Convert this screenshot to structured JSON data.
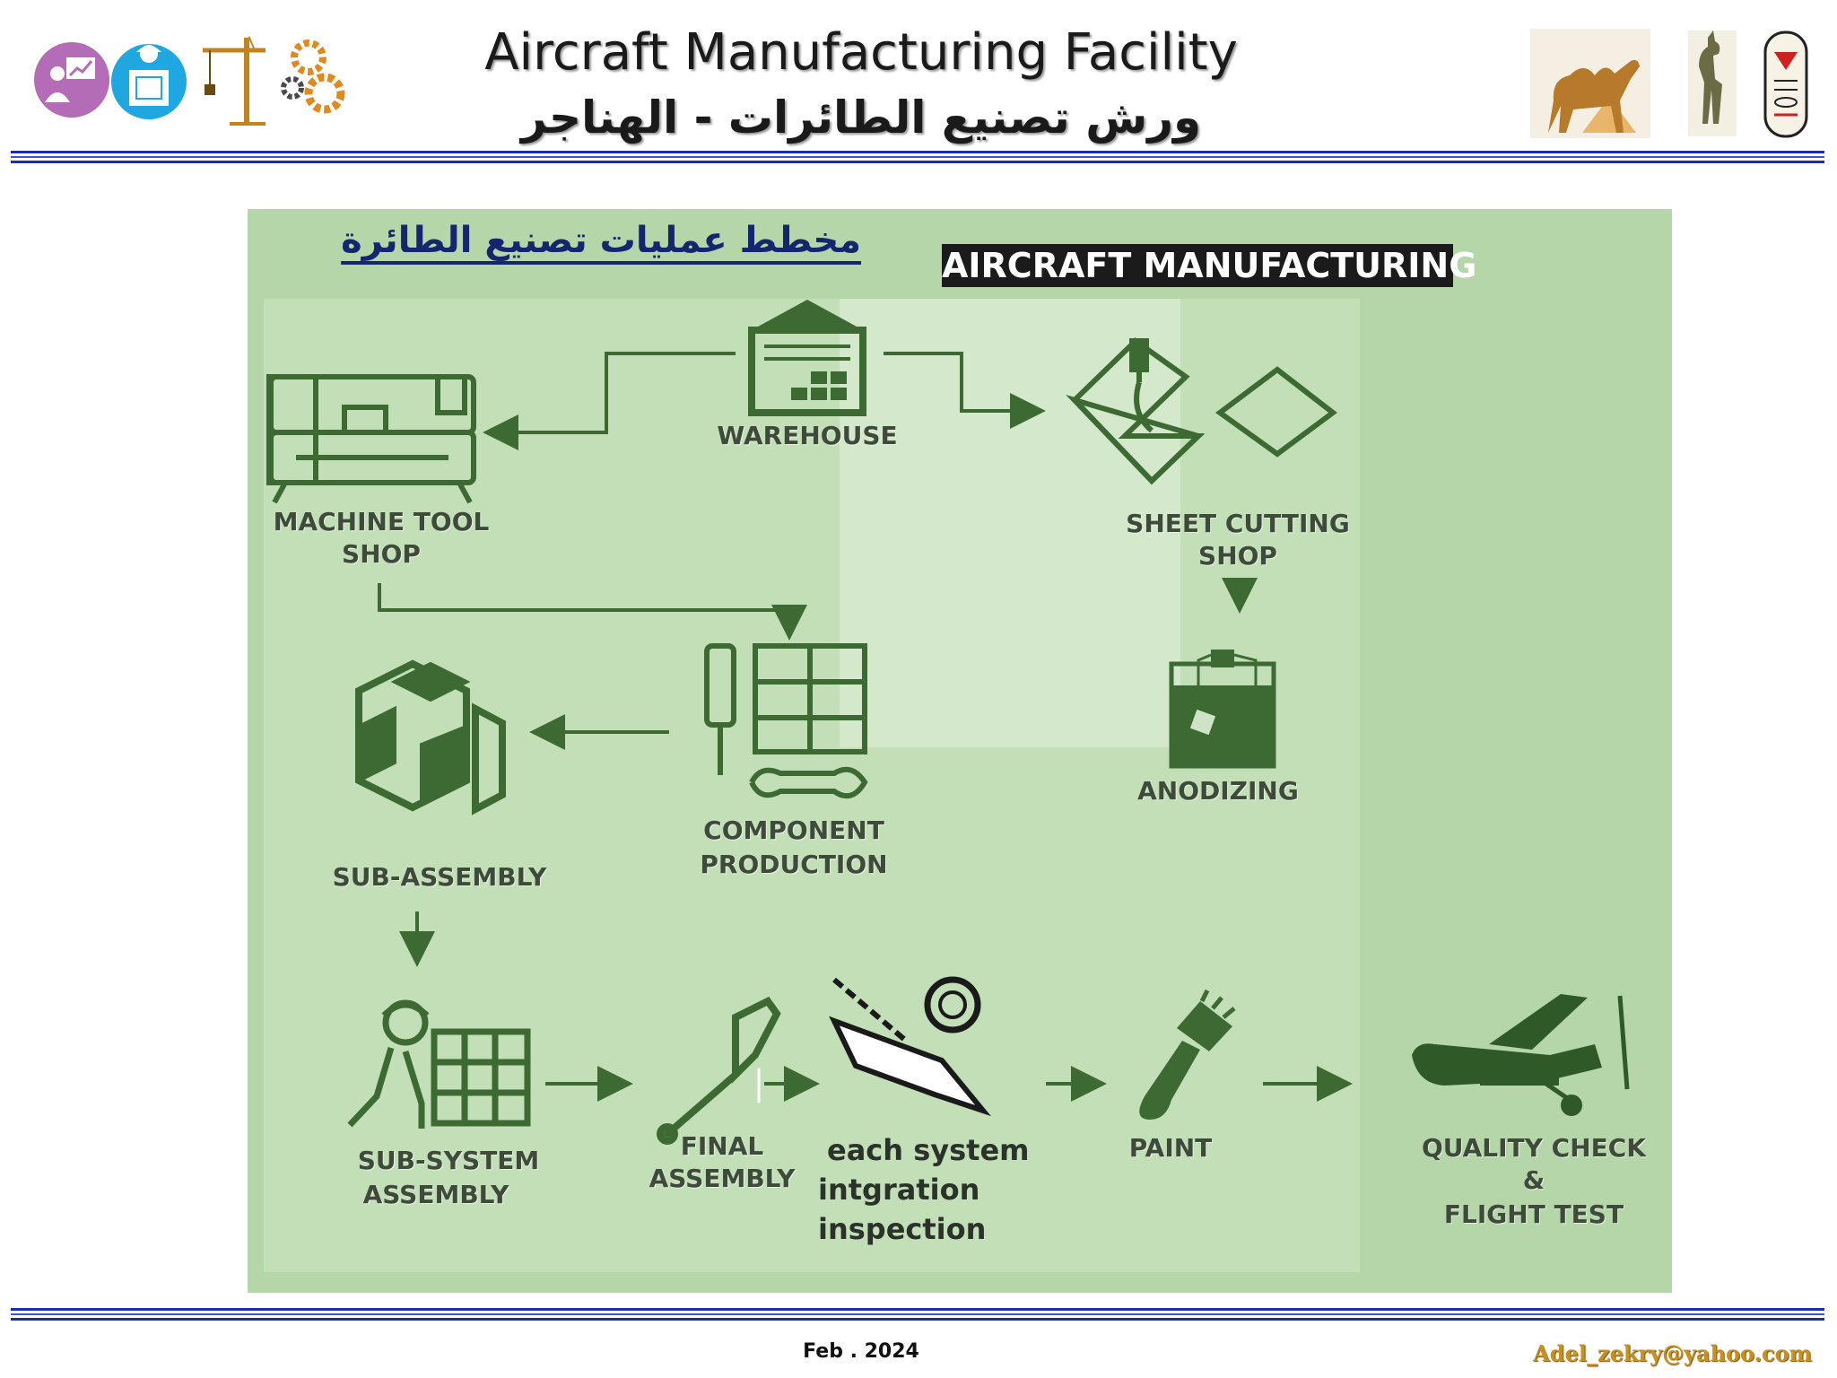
{
  "header": {
    "title_en": "Aircraft Manufacturing Facility",
    "title_ar": "ورش تصنيع الطائرات - الهناجر"
  },
  "icons": [
    "presentation-icon",
    "engineer-icon",
    "crane-icon",
    "gears-icon",
    "camel-pyramids-icon",
    "anubis-icon",
    "cartouche-icon"
  ],
  "diagram": {
    "title_ar": "مخطط عمليات تصنيع الطائرة",
    "badge": "AIRCRAFT MANUFACTURING",
    "nodes": {
      "warehouse": "WAREHOUSE",
      "machine_tool_1": "MACHINE TOOL",
      "machine_tool_2": "SHOP",
      "sheet_cutting_1": "SHEET CUTTING",
      "sheet_cutting_2": "SHOP",
      "anodizing": "ANODIZING",
      "component_1": "COMPONENT",
      "component_2": "PRODUCTION",
      "sub_assembly": "SUB-ASSEMBLY",
      "sub_system_1": "SUB-SYSTEM",
      "sub_system_2": "ASSEMBLY",
      "final_1": "FINAL",
      "final_2": "ASSEMBLY",
      "inspection_1": "each system",
      "inspection_2": "intgration",
      "inspection_3": "inspection",
      "paint": "PAINT",
      "quality_1": "QUALITY CHECK",
      "quality_2": "&",
      "quality_3": "FLIGHT TEST"
    }
  },
  "footer": {
    "date": "Feb . 2024",
    "email": "Adel_zekry@yahoo.com"
  },
  "colors": {
    "panel": "#b4d6a8",
    "icon_green": "#3d6a33",
    "rule_blue": "#1a2fae",
    "title_blue": "#14266d"
  }
}
